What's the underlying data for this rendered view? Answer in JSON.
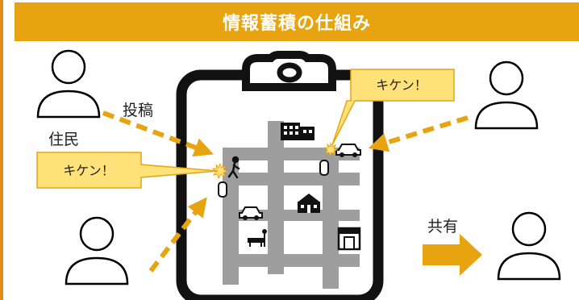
{
  "header": {
    "title": "情報蓄積の仕組み"
  },
  "labels": {
    "post": "投稿",
    "resident": "住民",
    "share": "共有"
  },
  "callouts": {
    "left": "キケン！",
    "top_right": "キケン！"
  },
  "colors": {
    "accent": "#E8A410",
    "arrow": "#E8A410",
    "callout_fill": "#FFE27A",
    "road": "#9E9E9E"
  },
  "icons": [
    "person-icon",
    "clipboard-icon",
    "building-icon",
    "car-icon",
    "pedestrian-icon",
    "school-icon",
    "shop-icon",
    "bench-icon",
    "warning-burst-icon"
  ]
}
